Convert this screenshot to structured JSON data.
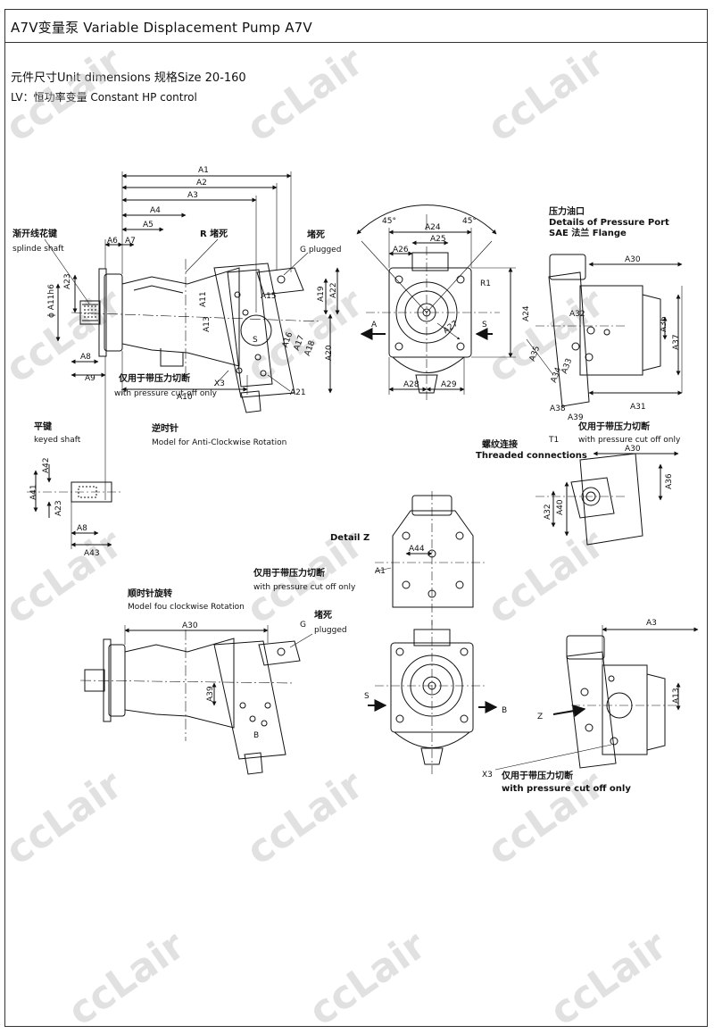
{
  "header": {
    "title": "A7V变量泵 Variable Displacement Pump A7V",
    "subtitle": "元件尺寸Unit dimensions 规格Size 20-160",
    "control": "LV：恒功率变量 Constant HP control"
  },
  "labels": {
    "spline_shaft_cn": "渐开线花键",
    "spline_shaft_en": "splinde shaft",
    "keyed_shaft_cn": "平键",
    "keyed_shaft_en": "keyed shaft",
    "r_plugged": "R 堵死",
    "g_plugged_cn": "堵死",
    "g_plugged_en": "G plugged",
    "g_letter": "G",
    "plugged_en": "plugged",
    "cutoff_cn": "仅用于带压力切断",
    "cutoff_en": "with pressure cut-off only",
    "cutoff_en_b": "with pressure cut off only",
    "anticlockwise_cn": "逆时针",
    "anticlockwise_en": "Model for Anti-Clockwise Rotation",
    "clockwise_cn": "顺时针旋转",
    "clockwise_en": "Model fou clockwise Rotation",
    "pressure_port_cn": "压力油口",
    "pressure_port_en": "Details of Pressure Port",
    "sae_flange": "SAE 法兰 Flange",
    "threaded_cn": "螺纹连接",
    "threaded_en": "Threaded connections",
    "detail_z": "Detail Z",
    "x3": "X3",
    "t1": "T1",
    "a_port": "A",
    "b_port": "B",
    "s_port": "S",
    "z_label": "Z",
    "r1": "R1",
    "angle_45": "45°",
    "phi_a11h6": "ϕ A11h6"
  },
  "dims": {
    "A1": "A1",
    "A2": "A2",
    "A3": "A3",
    "A4": "A4",
    "A5": "A5",
    "A6": "A6",
    "A7": "A7",
    "A8": "A8",
    "A9": "A9",
    "A10": "A10",
    "A11": "A11",
    "A13": "A13",
    "A15": "A15",
    "A16": "A16",
    "A17": "A17",
    "A18": "A18",
    "A19": "A19",
    "A20": "A20",
    "A21": "A21",
    "A22": "A22",
    "A23": "A23",
    "A24": "A24",
    "A25": "A25",
    "A26": "A26",
    "A27": "A27",
    "A28": "A28",
    "A29": "A29",
    "A30": "A30",
    "A31": "A31",
    "A32": "A32",
    "A33": "A33",
    "A34": "A34",
    "A35": "A35",
    "A36": "A36",
    "A37": "A37",
    "A38": "A38",
    "A39": "A39",
    "A40": "A40",
    "A41": "A41",
    "A42": "A42",
    "A43": "A43",
    "A44": "A44"
  },
  "watermark": "ccLair"
}
